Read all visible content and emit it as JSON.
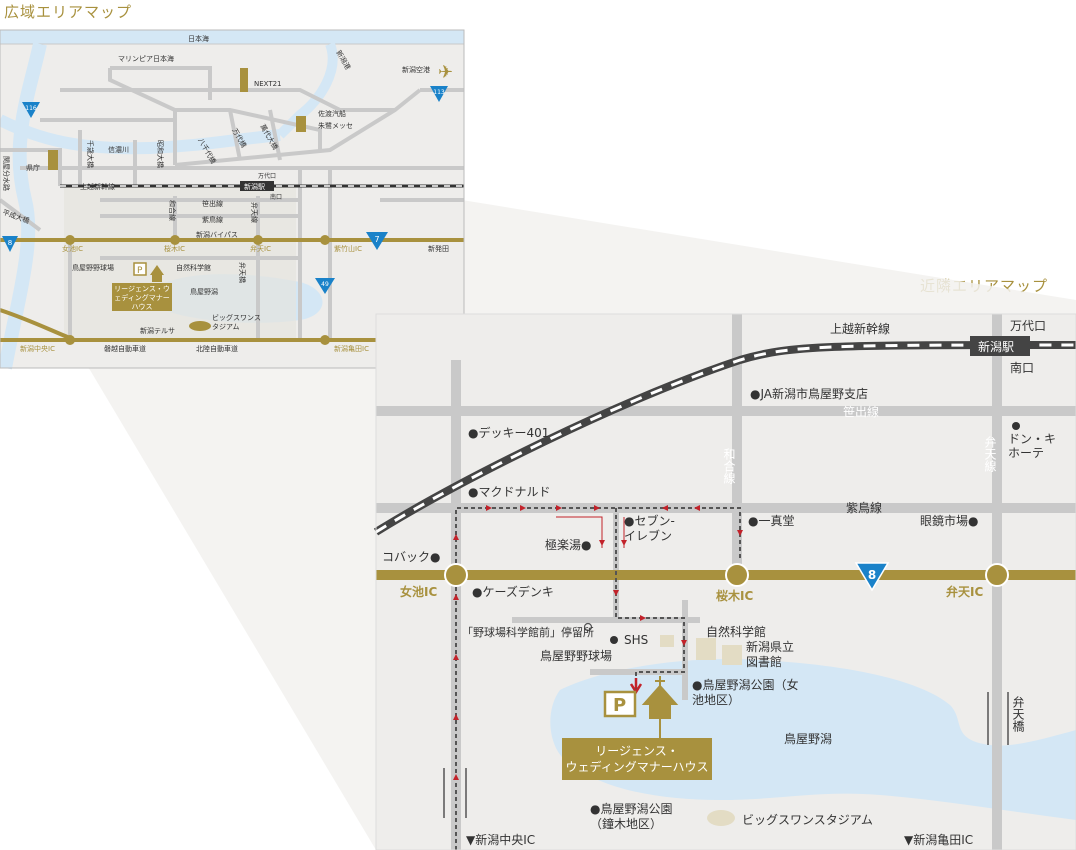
{
  "titles": {
    "wide": "広域エリアマップ",
    "near": "近隣エリアマップ"
  },
  "colors": {
    "gold": "#a8913e",
    "route_red": "#c2222a",
    "water": "#d4e7f5",
    "land": "#eeedeb",
    "road": "#c9c9c9"
  },
  "wide_map": {
    "labels": {
      "sea": "日本海",
      "marinepia": "マリンピア日本海",
      "next21": "NEXT21",
      "river_shinano": "新潟港",
      "airport": "新潟空港",
      "sado": "佐渡汽船",
      "toki": "朱鷺メッセ",
      "chitose": "千歳大橋",
      "shinanogawa": "信濃川",
      "showa": "昭和大橋",
      "yachiyo": "八千代橋",
      "bandai_bridge": "万代橋",
      "hagiwara": "萬代大橋",
      "kencho": "県庁",
      "bunsui": "関屋分水路",
      "heisei": "平成大橋",
      "joetsu": "上越新幹線",
      "niigata_st": "新潟駅",
      "bandai_exit": "万代口",
      "south_exit": "南口",
      "sasade": "笹出線",
      "wago": "和合線",
      "shichiku": "紫鳥線",
      "benten_line": "弁天線",
      "bypass": "新潟バイパス",
      "menoike_ic": "女池IC",
      "sakuragi_ic": "桜木IC",
      "benten_ic": "弁天IC",
      "shichikuyama_ic": "紫竹山IC",
      "shibata": "新発田",
      "stadium": "鳥屋野野球場",
      "science": "自然科学館",
      "venue": "リージェンス・ウェディングマナーハウス",
      "toyano": "鳥屋野潟",
      "benten_bridge": "弁天橋",
      "terusa": "新潟テルサ",
      "bigswan": "ビッグスワンスタジアム",
      "chuo_ic": "新潟中央IC",
      "bandai_road": "磐越自動車道",
      "hokuriku": "北陸自動車道",
      "kameda_ic": "新潟亀田IC",
      "r116": "116",
      "r113": "113",
      "r8": "8",
      "r7": "7",
      "r49": "49"
    }
  },
  "near_map": {
    "labels": {
      "joetsu": "上越新幹線",
      "bandai_exit": "万代口",
      "niigata_st": "新潟駅",
      "south_exit": "南口",
      "ja": "●JA新潟市鳥屋野支店",
      "sasade": "笹出線",
      "deckey": "●デッキー401",
      "wago": "和合線",
      "benten_line": "弁天線",
      "donki": "ドン・キホーテ",
      "mcd": "●マクドナルド",
      "shichiku": "紫鳥線",
      "seven": "●セブン-イレブン",
      "ikkando": "●一真堂",
      "megane": "眼鏡市場●",
      "gokuraku": "極楽湯●",
      "kobakku": "コバック●",
      "menoike_ic": "女池IC",
      "ksdenki": "●ケーズデンキ",
      "sakuragi_ic": "桜木IC",
      "r8": "8",
      "benten_ic": "弁天IC",
      "bus_stop": "「野球場科学館前」停留所",
      "shs": "SHS",
      "science": "自然科学館",
      "library": "新潟県立図書館",
      "stadium": "鳥屋野野球場",
      "park_menoike": "●鳥屋野潟公園（女池地区）",
      "parking": "P",
      "venue_l1": "リージェンス・",
      "venue_l2": "ウェディングマナーハウス",
      "toyano": "鳥屋野潟",
      "benten_bridge": "弁天橋",
      "park_kaburaki": "●鳥屋野潟公園（鐘木地区）",
      "bigswan": "ビッグスワンスタジアム",
      "chuo_ic": "▼新潟中央IC",
      "kameda_ic": "▼新潟亀田IC"
    }
  }
}
